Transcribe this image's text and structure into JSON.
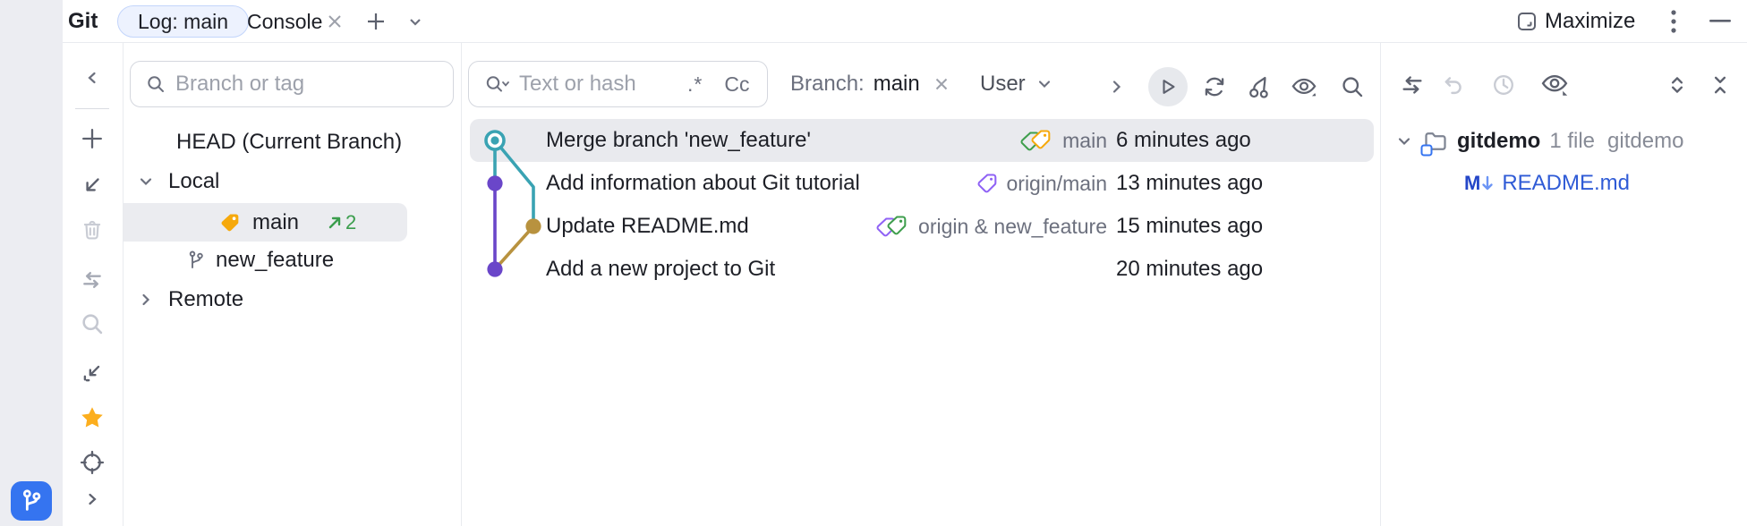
{
  "header": {
    "tool_label": "Git",
    "tabs": [
      {
        "label": "Log: main",
        "selected": true
      },
      {
        "label": "Console",
        "selected": false
      }
    ],
    "maximize_label": "Maximize"
  },
  "branches_panel": {
    "search_placeholder": "Branch or tag",
    "head_label": "HEAD (Current Branch)",
    "local_label": "Local",
    "main_branch": "main",
    "main_badge": "2",
    "feature_branch": "new_feature",
    "remote_label": "Remote"
  },
  "log_panel": {
    "search_placeholder": "Text or hash",
    "regex_toggle": ".*",
    "case_toggle": "Cc",
    "branch_filter_label": "Branch:",
    "branch_filter_value": "main",
    "user_filter_label": "User",
    "commits": [
      {
        "message": "Merge branch 'new_feature'",
        "refs": "main",
        "time": "6 minutes ago",
        "selected": true,
        "node": "merge-head",
        "color": "teal"
      },
      {
        "message": "Add information about Git tutorial",
        "refs": "origin/main",
        "time": "13 minutes ago",
        "selected": false,
        "node": "commit",
        "color": "purple"
      },
      {
        "message": "Update README.md",
        "refs": "origin & new_feature",
        "time": "15 minutes ago",
        "selected": false,
        "node": "commit",
        "color": "gold"
      },
      {
        "message": "Add a new project to Git",
        "refs": "",
        "time": "20 minutes ago",
        "selected": false,
        "node": "commit",
        "color": "purple"
      }
    ]
  },
  "details_panel": {
    "root_name": "gitdemo",
    "root_meta": "1 file",
    "root_repo": "gitdemo",
    "file_status": "M",
    "file_name": "README.md"
  },
  "icons": {
    "left_toolbar": [
      "hide-chevron",
      "add",
      "checkout-arrow",
      "delete",
      "compare-branches",
      "search",
      "jump-to",
      "favorites-star",
      "locate",
      "more-chevron"
    ],
    "log_toolbar": [
      "run",
      "refresh",
      "cherry-pick",
      "preview",
      "zoom"
    ],
    "details_toolbar": [
      "swap-sides",
      "undo",
      "history-clock",
      "preview",
      "expand-all",
      "collapse-all"
    ]
  },
  "colors": {
    "accent_blue": "#3574f0",
    "graph_teal": "#3aa3b3",
    "graph_purple": "#6a46c9",
    "graph_gold": "#b8923f",
    "tag_orange": "#f6a90c",
    "tag_green": "#3f9e4d",
    "tag_purple": "#8f62f5",
    "badge_green": "#3a9d4c",
    "favorite_star": "#fcae1e",
    "modified_file_blue": "#2f5bd6",
    "selection_gray": "#e9eaee",
    "tab_pill_bg": "#edf2fe"
  }
}
